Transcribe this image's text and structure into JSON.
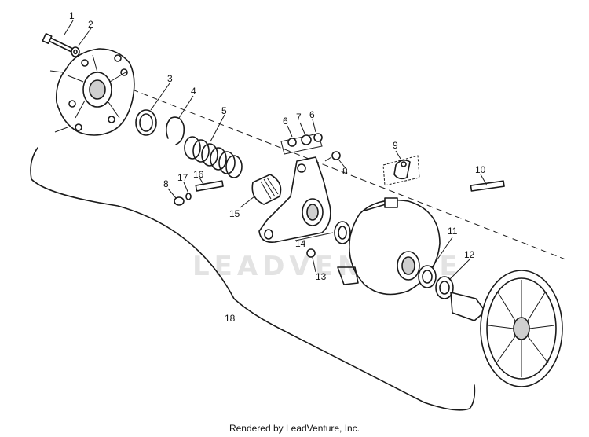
{
  "watermark": "LEADVENTURE",
  "footer": "Rendered by LeadVenture, Inc.",
  "callouts": [
    "1",
    "2",
    "3",
    "4",
    "5",
    "6",
    "7",
    "6",
    "8",
    "8",
    "17",
    "16",
    "15",
    "9",
    "10",
    "14",
    "13",
    "11",
    "12",
    "18"
  ]
}
